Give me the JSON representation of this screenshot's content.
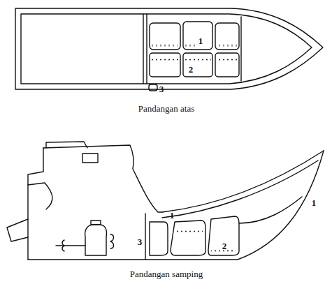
{
  "diagram": {
    "labels": [
      "1",
      "2",
      "3",
      "Pandangan atas",
      "1",
      "1",
      "2",
      "3",
      "Pandangan samping"
    ]
  }
}
